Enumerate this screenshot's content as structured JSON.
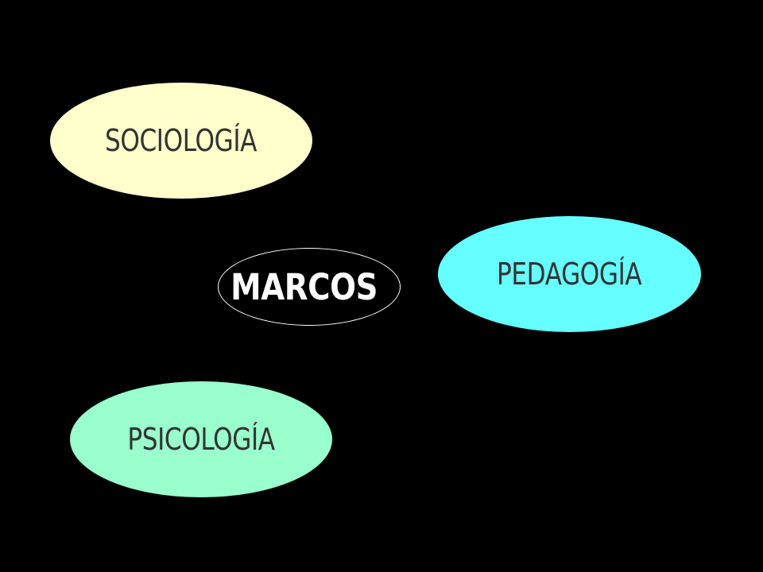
{
  "nodes": {
    "sociologia": {
      "label": "SOCIOLOGÍA",
      "fill": "#ffffcc",
      "text_color": "#333333"
    },
    "pedagogia": {
      "label": "PEDAGOGÍA",
      "fill": "#66ffff",
      "text_color": "#333333"
    },
    "marcos": {
      "label": "MARCOS",
      "fill": "#000000",
      "text_color": "#ffffff",
      "border": "#ffffff"
    },
    "psicologia": {
      "label": "PSICOLOGÍA",
      "fill": "#99ffcc",
      "text_color": "#333333"
    }
  },
  "background": "#000000"
}
